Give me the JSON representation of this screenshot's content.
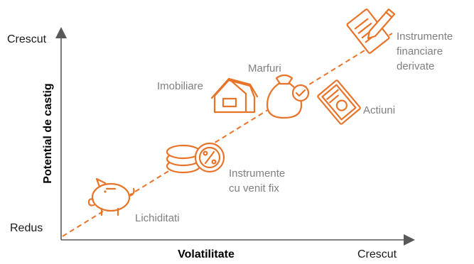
{
  "axes": {
    "y_top_label": "Crescut",
    "y_bottom_label": "Redus",
    "y_title": "Potential de castig",
    "x_title": "Volatilitate",
    "x_right_label": "Crescut"
  },
  "items": {
    "lichiditati": {
      "label": "Lichiditati",
      "icon": "piggy-bank-icon"
    },
    "venit_fix": {
      "label_line1": "Instrumente",
      "label_line2": "cu venit fix",
      "icon": "coins-percent-icon"
    },
    "imobiliare": {
      "label": "Imobiliare",
      "icon": "house-icon"
    },
    "marfuri": {
      "label": "Marfuri",
      "icon": "money-bag-icon"
    },
    "actiuni": {
      "label": "Actiuni",
      "icon": "certificate-icon"
    },
    "derivate": {
      "label_line1": "Instrumente",
      "label_line2": "financiare",
      "label_line3": "derivate",
      "icon": "contract-pen-icon"
    }
  },
  "colors": {
    "accent": "#e8742a",
    "label_gray": "#7f7f7f",
    "axis": "#1a1a1a"
  }
}
